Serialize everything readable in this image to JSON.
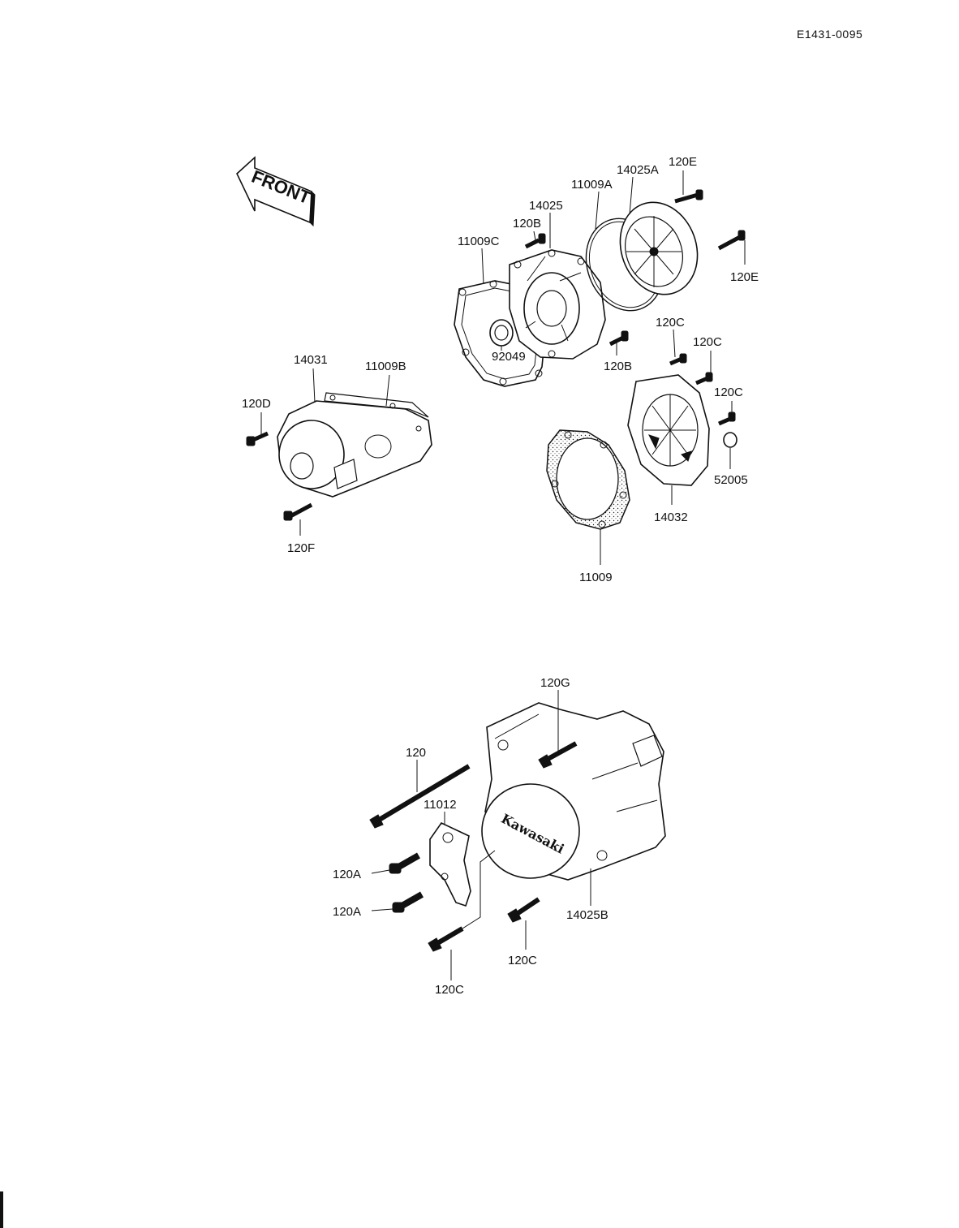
{
  "doc_id": "E1431-0095",
  "front_label": "FRONT",
  "logo_text": "Kawasaki",
  "callouts": {
    "c120E_top": "120E",
    "c14025A": "14025A",
    "c11009A": "11009A",
    "c14025": "14025",
    "c120B_top": "120B",
    "c11009C": "11009C",
    "c120E_right": "120E",
    "c92049": "92049",
    "c120B_low": "120B",
    "c120C_a": "120C",
    "c120C_b": "120C",
    "c120C_c": "120C",
    "c52005": "52005",
    "c14032": "14032",
    "c11009": "11009",
    "c14031": "14031",
    "c11009B": "11009B",
    "c120D": "120D",
    "c120F": "120F",
    "c120G": "120G",
    "c120": "120",
    "c11012": "11012",
    "c120A_1": "120A",
    "c120A_2": "120A",
    "c14025B": "14025B",
    "c120C_d": "120C",
    "c120C_e": "120C"
  }
}
